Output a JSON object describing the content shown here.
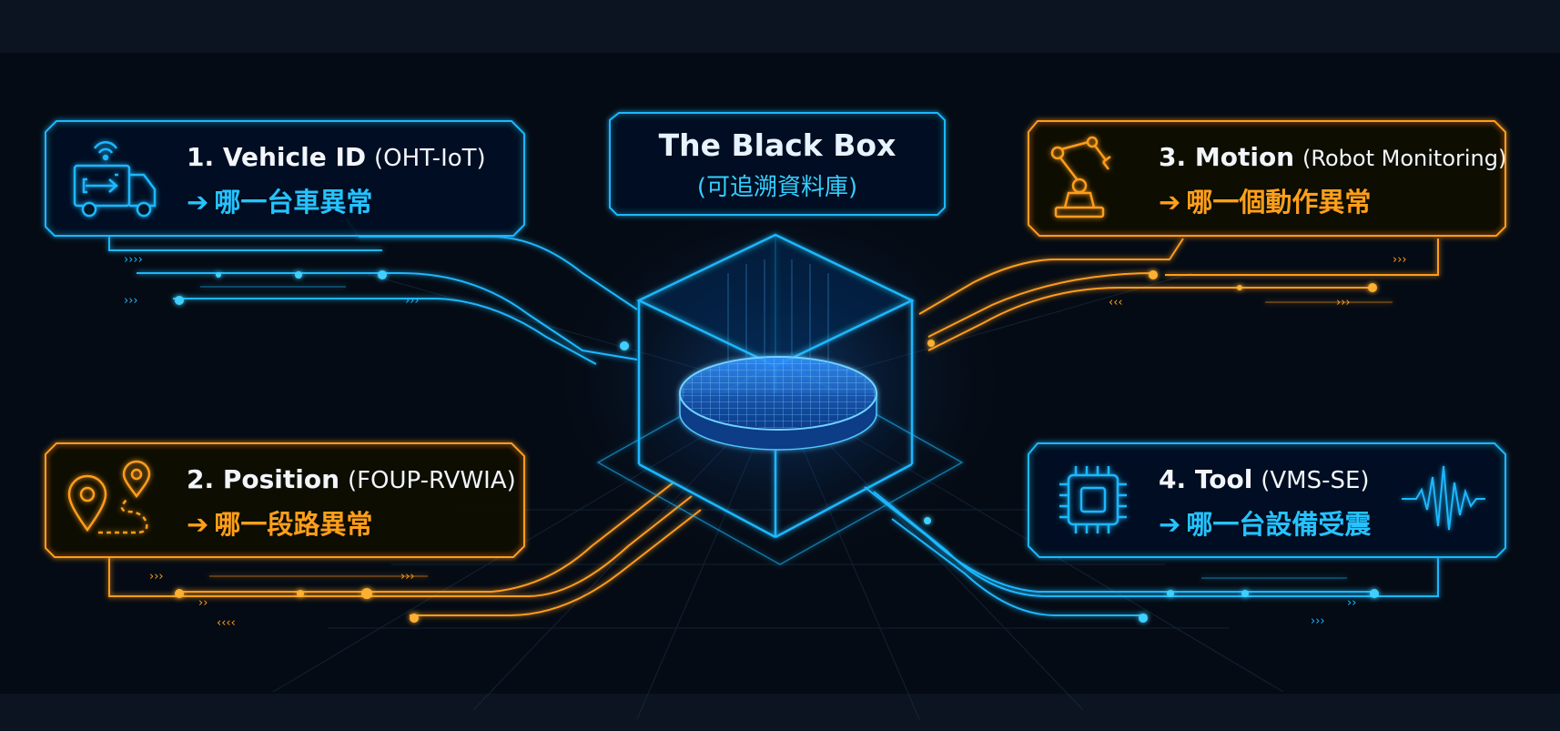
{
  "colors": {
    "background": "#050b14",
    "blue": "#1fb8ff",
    "orange": "#ff9d1c",
    "text_white": "#f2f6fb"
  },
  "center": {
    "title": "The Black Box",
    "subtitle": "(可追溯資料庫)"
  },
  "panels": [
    {
      "number_title": "1. Vehicle ID",
      "paren": "(OHT-IoT)",
      "arrow": "➔",
      "chinese": "哪一台車異常",
      "icon": "truck-wifi-icon",
      "accent": "blue"
    },
    {
      "number_title": "2. Position",
      "paren": "(FOUP-RVWIA)",
      "arrow": "➔",
      "chinese": "哪一段路異常",
      "icon": "map-pin-route-icon",
      "accent": "orange"
    },
    {
      "number_title": "3. Motion",
      "paren": "(Robot Monitoring)",
      "arrow": "➔",
      "chinese": "哪一個動作異常",
      "icon": "robot-arm-icon",
      "accent": "orange"
    },
    {
      "number_title": "4. Tool",
      "paren": "(VMS-SE)",
      "arrow": "➔",
      "chinese": "哪一台設備受震",
      "icon": "chip-vibration-icon",
      "accent": "blue"
    }
  ]
}
